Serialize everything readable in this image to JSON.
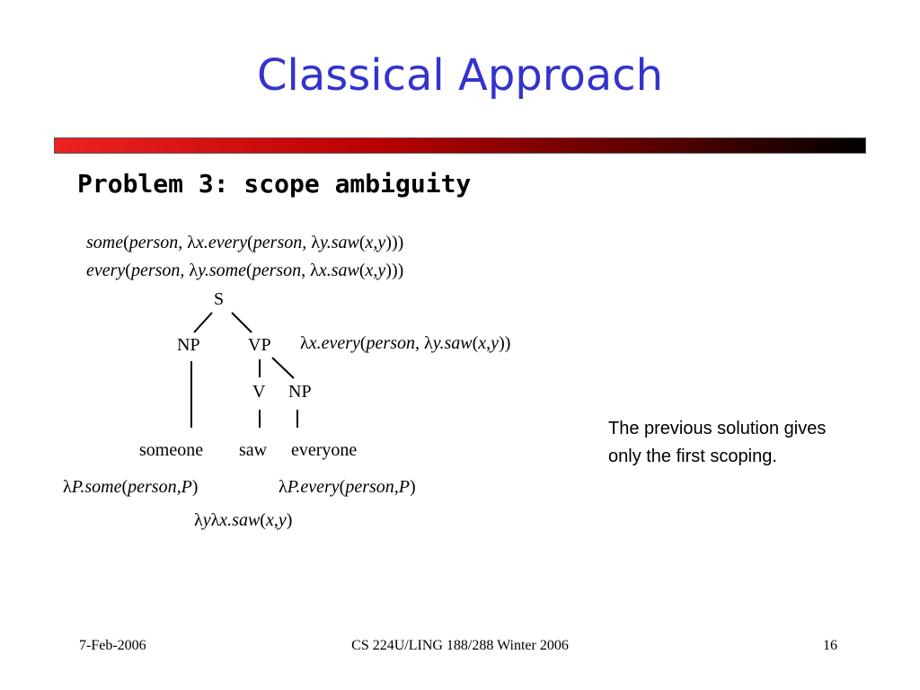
{
  "slide": {
    "title": "Classical Approach",
    "subtitle": "Problem 3: scope ambiguity",
    "readings": [
      {
        "parts": [
          "some",
          "(",
          "person",
          ", λ",
          "x.every",
          "(",
          "person,",
          " λ",
          "y.saw",
          "(",
          "x,y",
          ")))"
        ]
      },
      {
        "parts": [
          "every",
          "(",
          "person,",
          " λ",
          "y.some",
          "(",
          "person",
          ", λ",
          "x.saw",
          "(",
          "x,y",
          ")))"
        ]
      }
    ],
    "tree": {
      "s": "S",
      "np": "NP",
      "vp": "VP",
      "v": "V",
      "np2": "NP",
      "word1": "someone",
      "word2": "saw",
      "word3": "everyone"
    },
    "vp_semantics": {
      "parts": [
        "λ",
        "x.every",
        "(",
        "person,",
        " λ",
        "y.saw",
        "(",
        "x",
        ",",
        "y",
        "))"
      ]
    },
    "someone_semantics": {
      "parts": [
        "λ",
        "P.some",
        "(",
        "person,P",
        ")"
      ]
    },
    "everyone_semantics": {
      "parts": [
        "λ",
        "P.every",
        "(",
        "person,P",
        ")"
      ]
    },
    "saw_semantics": {
      "parts": [
        "λ",
        "y",
        "λ",
        "x.saw",
        "(",
        "x",
        ",",
        "y",
        ")"
      ]
    },
    "note": "The previous solution gives only the first scoping."
  },
  "footer": {
    "date": "7-Feb-2006",
    "course": "CS 224U/LING 188/288 Winter 2006",
    "page": "16"
  },
  "colors": {
    "title": "#3333cc",
    "rule_start": "#ee2222",
    "rule_end": "#000000"
  }
}
